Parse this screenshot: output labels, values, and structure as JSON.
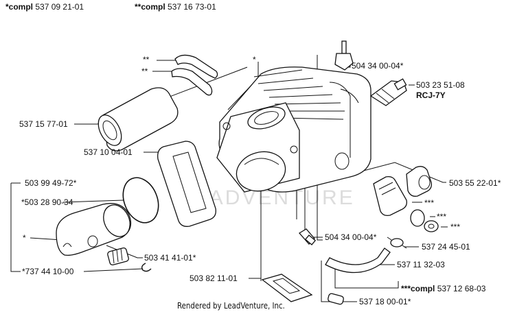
{
  "header": {
    "kit1_marker": "*compl",
    "kit1_number": "537 09 21-01",
    "kit2_marker": "**compl",
    "kit2_number": "537 16 73-01"
  },
  "callouts": {
    "star2_top": "**",
    "star2_second": "**",
    "star_cylinder": "*",
    "intake": "537 15 77-01",
    "gasket": "537 10 04-01",
    "piston": "503 99 49-72*",
    "ring": "*503 28 90-34",
    "piston_star": "*",
    "bearing": "503 41 41-01*",
    "circlip": "*737 44 10-00",
    "decomp_top": "504 34 00-04*",
    "spark_plug": "503 23 51-08",
    "spark_plug_type": "RCJ-7Y",
    "cap": "503 55 22-01*",
    "star3_a": "***",
    "star3_b": "***",
    "star3_c": "***",
    "decomp_bottom": "504 34 00-04*",
    "clamp": "537 24 45-01",
    "hose": "537 11 32-03",
    "kit3_marker": "***compl",
    "kit3_number": "537 12 68-03",
    "base_gasket": "503 82 11-01",
    "filter": "537 18 00-01*"
  },
  "watermark": "LEADVENTURE",
  "footer": "Rendered by LeadVenture, Inc."
}
